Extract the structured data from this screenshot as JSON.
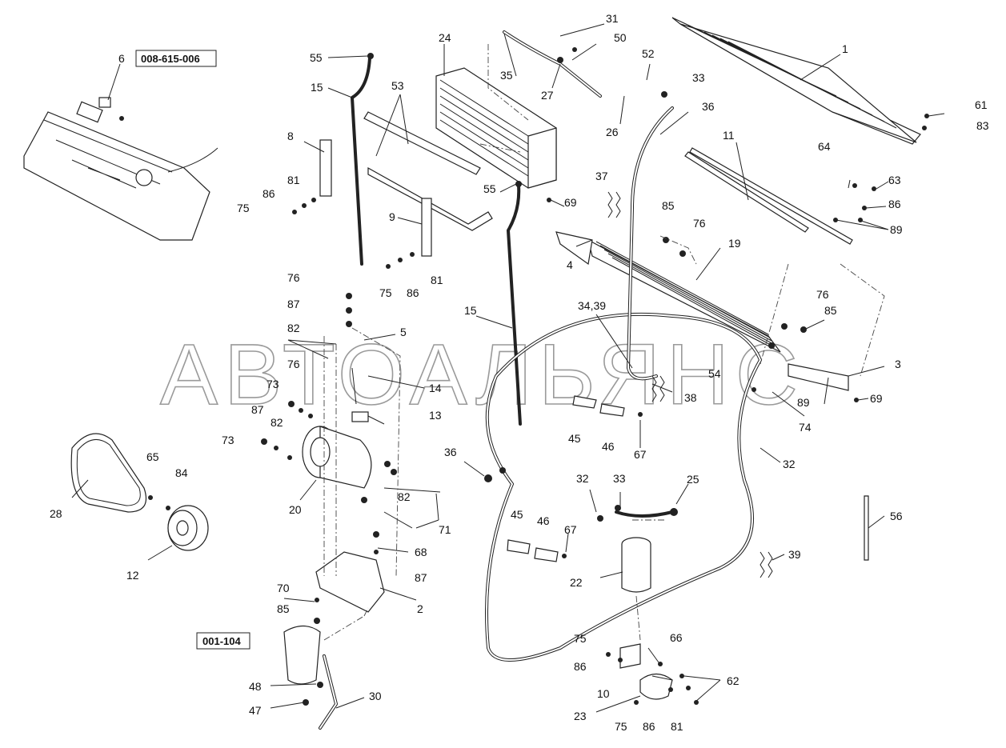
{
  "reference_boxes": [
    {
      "text": "008-615-006"
    },
    {
      "text": "001-104"
    }
  ],
  "watermark": "АВТОАЛЬЯНС",
  "callouts": [
    "1",
    "2",
    "3",
    "4",
    "5",
    "6",
    "8",
    "9",
    "10",
    "11",
    "12",
    "13",
    "14",
    "15",
    "15",
    "19",
    "20",
    "22",
    "23",
    "24",
    "25",
    "26",
    "27",
    "28",
    "30",
    "31",
    "32",
    "32",
    "33",
    "33",
    "34,39",
    "35",
    "36",
    "36",
    "37",
    "38",
    "39",
    "45",
    "45",
    "46",
    "46",
    "47",
    "48",
    "50",
    "52",
    "53",
    "54",
    "55",
    "55",
    "56",
    "61",
    "62",
    "63",
    "64",
    "65",
    "66",
    "67",
    "67",
    "68",
    "69",
    "69",
    "70",
    "71",
    "73",
    "73",
    "74",
    "75",
    "75",
    "75",
    "75",
    "76",
    "76",
    "76",
    "76",
    "81",
    "81",
    "81",
    "82",
    "82",
    "82",
    "83",
    "84",
    "85",
    "85",
    "85",
    "86",
    "86",
    "86",
    "86",
    "86",
    "87",
    "87",
    "87",
    "89",
    "89"
  ]
}
